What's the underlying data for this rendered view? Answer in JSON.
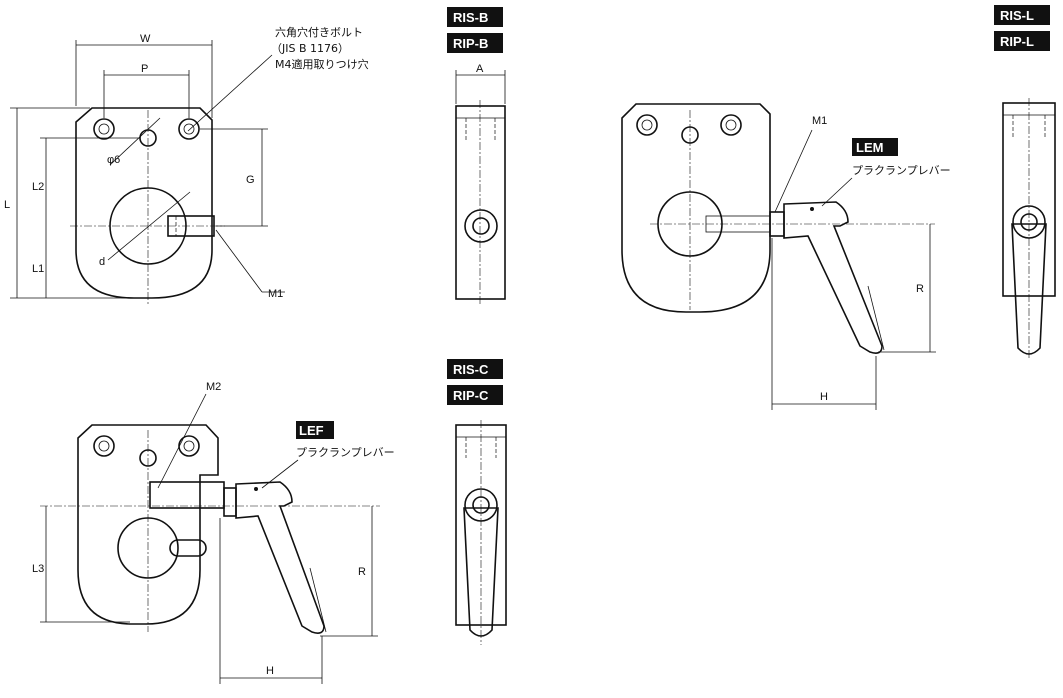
{
  "badges": {
    "ris_b": "RIS-B",
    "rip_b": "RIP-B",
    "ris_l": "RIS-L",
    "rip_l": "RIP-L",
    "ris_c": "RIS-C",
    "rip_c": "RIP-C",
    "lem": "LEM",
    "lef": "LEF"
  },
  "labels": {
    "bolt_line1": "六角穴付きボルト",
    "bolt_line2": "（JIS B 1176）",
    "bolt_line3": "M4適用取りつけ穴",
    "lever_lem": "プラクランプレバー",
    "lever_lef": "プラクランプレバー"
  },
  "dims": {
    "W": "W",
    "P": "P",
    "L": "L",
    "L2": "L2",
    "L1": "L1",
    "L3": "L3",
    "G": "G",
    "phi6": "φ6",
    "d": "d",
    "M1_b": "M1",
    "M1_l": "M1",
    "M2": "M2",
    "A": "A",
    "R_l": "R",
    "H_l": "H",
    "R_c": "R",
    "H_c": "H"
  }
}
